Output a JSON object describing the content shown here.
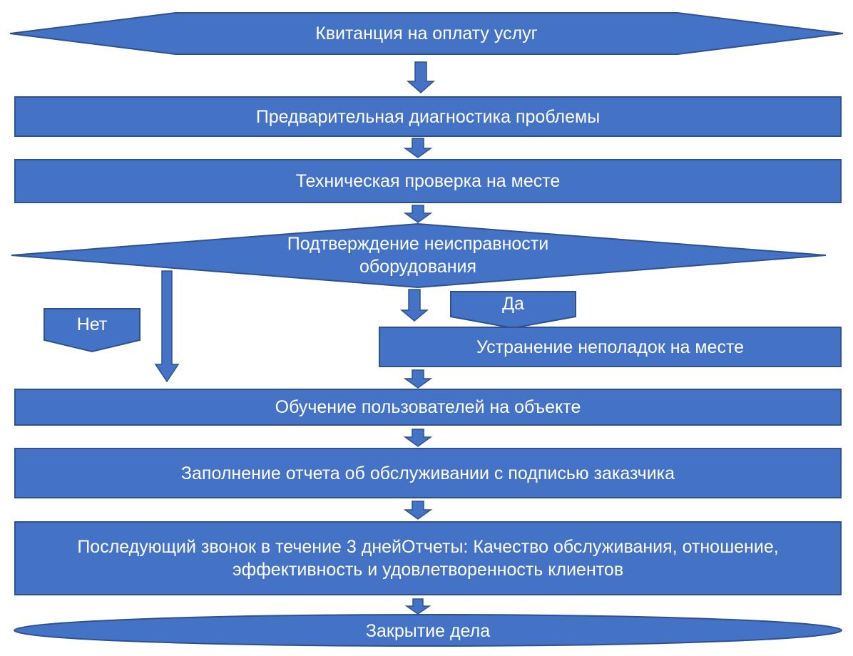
{
  "colors": {
    "shape_fill": "#4472C4",
    "shape_border": "#2F528F",
    "text": "#FFFFFF",
    "background": "#FFFFFF"
  },
  "flowchart": {
    "start": "Квитанция на оплату услуг",
    "step_diagnosis": "Предварительная диагностика проблемы",
    "step_onsite_check": "Техническая проверка на месте",
    "decision_confirm": "Подтверждение неисправности оборудования",
    "branch_yes": "Да",
    "branch_no": "Нет",
    "step_fix": "Устранение неполадок на месте",
    "step_training": "Обучение пользователей на объекте",
    "step_report": "Заполнение отчета об обслуживании с подписью заказчика",
    "step_followup": "Последующий звонок в течение 3 днейОтчеты: Качество обслуживания, отношение, эффективность и удовлетворенность клиентов",
    "end": "Закрытие дела"
  }
}
